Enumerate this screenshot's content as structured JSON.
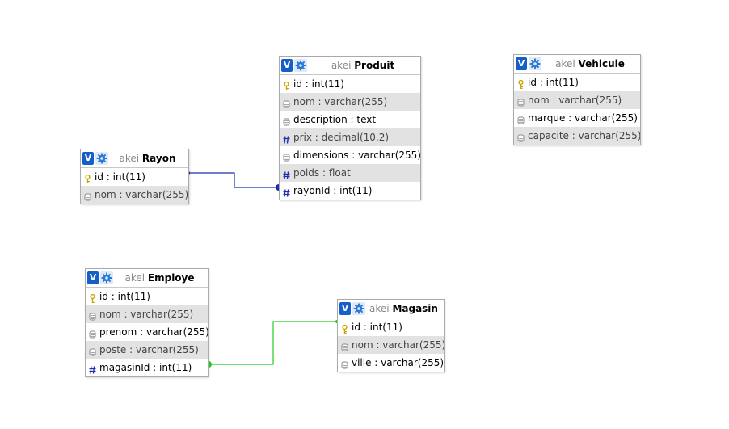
{
  "diagram": {
    "tables": [
      {
        "id": "rayon",
        "db": "akei",
        "name": "Rayon",
        "columns": [
          {
            "label": "id : int(11)",
            "icon": "key-icon"
          },
          {
            "label": "nom : varchar(255)",
            "icon": "column-icon"
          }
        ]
      },
      {
        "id": "produit",
        "db": "akei",
        "name": "Produit",
        "columns": [
          {
            "label": "id : int(11)",
            "icon": "key-icon"
          },
          {
            "label": "nom : varchar(255)",
            "icon": "column-icon"
          },
          {
            "label": "description : text",
            "icon": "column-icon"
          },
          {
            "label": "prix : decimal(10,2)",
            "icon": "hash-icon"
          },
          {
            "label": "dimensions : varchar(255)",
            "icon": "column-icon"
          },
          {
            "label": "poids : float",
            "icon": "hash-icon"
          },
          {
            "label": "rayonId : int(11)",
            "icon": "hash-icon"
          }
        ]
      },
      {
        "id": "vehicule",
        "db": "akei",
        "name": "Vehicule",
        "columns": [
          {
            "label": "id : int(11)",
            "icon": "key-icon"
          },
          {
            "label": "nom : varchar(255)",
            "icon": "column-icon"
          },
          {
            "label": "marque : varchar(255)",
            "icon": "column-icon"
          },
          {
            "label": "capacite : varchar(255)",
            "icon": "column-icon"
          }
        ]
      },
      {
        "id": "employe",
        "db": "akei",
        "name": "Employe",
        "columns": [
          {
            "label": "id : int(11)",
            "icon": "key-icon"
          },
          {
            "label": "nom : varchar(255)",
            "icon": "column-icon"
          },
          {
            "label": "prenom : varchar(255)",
            "icon": "column-icon"
          },
          {
            "label": "poste : varchar(255)",
            "icon": "column-icon"
          },
          {
            "label": "magasinId : int(11)",
            "icon": "hash-icon"
          }
        ]
      },
      {
        "id": "magasin",
        "db": "akei",
        "name": "Magasin",
        "columns": [
          {
            "label": "id : int(11)",
            "icon": "key-icon"
          },
          {
            "label": "nom : varchar(255)",
            "icon": "column-icon"
          },
          {
            "label": "ville : varchar(255)",
            "icon": "column-icon"
          }
        ]
      }
    ],
    "relations": [
      {
        "from": "Produit.rayonId",
        "to": "Rayon.id",
        "color": "#1a2db0"
      },
      {
        "from": "Employe.magasinId",
        "to": "Magasin.id",
        "color": "#22cc22"
      }
    ],
    "toggle_label": "V",
    "colors": {
      "toggle": "#1560c8",
      "gear": "#2a7ad6",
      "key": "#c9a400",
      "hash": "#1a2db0",
      "column": "#8a8a8a"
    }
  }
}
